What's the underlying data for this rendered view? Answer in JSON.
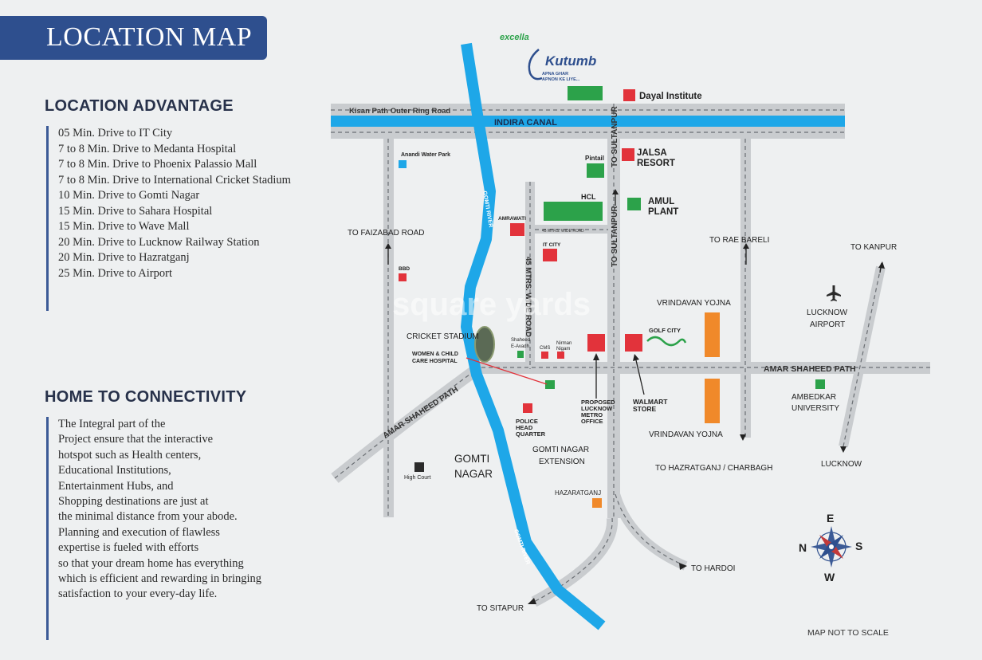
{
  "header": {
    "title": "LOCATION MAP"
  },
  "advantage": {
    "heading": "LOCATION ADVANTAGE",
    "items": [
      "05 Min. Drive to IT City",
      "7 to 8 Min. Drive to Medanta Hospital",
      "7 to 8 Min. Drive to Phoenix Palassio Mall",
      "7 to 8 Min. Drive to International Cricket Stadium",
      "10 Min. Drive to Gomti Nagar",
      "15 Min. Drive to Sahara Hospital",
      "15 Min. Drive to Wave Mall",
      "20 Min. Drive to Lucknow Railway Station",
      "20 Min. Drive to Hazratganj",
      "25 Min. Drive to Airport"
    ]
  },
  "connectivity": {
    "heading": "HOME TO CONNECTIVITY",
    "lines": [
      "The Integral part of the",
      "Project ensure that the interactive",
      "hotspot such as Health centers,",
      "Educational Institutions,",
      "Entertainment Hubs, and",
      "Shopping destinations are just at",
      "the minimal distance from your abode.",
      "Planning and execution of flawless",
      "expertise is fueled with efforts",
      "so that your dream home has everything",
      "which is efficient and rewarding in bringing",
      "satisfaction to your every-day life."
    ]
  },
  "logo": {
    "brand": "excella",
    "name": "Kutumb",
    "tagline1": "APNA GHAR",
    "tagline2": "APNON KE LIYE..."
  },
  "map": {
    "roads": {
      "ring_road": "Kisan Path Outer Ring Road",
      "canal": "INDIRA CANAL",
      "to_sultanpur": "TO SULTANPUR",
      "wide_road_45_vertical": "45 MTRS. WIDE ROAD",
      "wide_road_45_small": "45 MTRS. WIDE ROAD",
      "amar_shaheed_right": "AMAR SHAHEED PATH",
      "amar_shaheed_left": "AMAR SHAHEED PATH",
      "river": "GOMTI RIVER"
    },
    "places": {
      "dayal": "Dayal Institute",
      "jalsa1": "JALSA",
      "jalsa2": "RESORT",
      "pintail": "Pintail",
      "hcl": "HCL",
      "amul1": "AMUL",
      "amul2": "PLANT",
      "anandi": "Anandi Water Park",
      "amrawati": "AMRAWATI",
      "it_city": "IT CITY",
      "bbd": "BBD",
      "cricket": "CRICKET STADIUM",
      "women1": "WOMEN & CHILD",
      "women2": "CARE HOSPITAL",
      "shaheed1": "Shaheed",
      "shaheed2": "E-Avadh",
      "cms": "CMS",
      "nirman1": "Nirman",
      "nirman2": "Nigam",
      "golf": "GOLF CITY",
      "vrindavan_top": "VRINDAVAN YOJNA",
      "vrindavan_bottom": "VRINDAVAN YOJNA",
      "metro1": "PROPOSED",
      "metro2": "LUCKNOW",
      "metro3": "METRO",
      "metro4": "OFFICE",
      "walmart1": "WALMART",
      "walmart2": "STORE",
      "police1": "POLICE",
      "police2": "HEAD",
      "police3": "QUARTER",
      "gne1": "GOMTI NAGAR",
      "gne2": "EXTENSION",
      "gomti1": "GOMTI",
      "gomti2": "NAGAR",
      "high_court": "High Court",
      "hazratganj": "HAZARATGANJ",
      "airport1": "LUCKNOW",
      "airport2": "AIRPORT",
      "ambedkar1": "AMBEDKAR",
      "ambedkar2": "UNIVERSITY"
    },
    "directions": {
      "faizabad": "TO FAIZABAD ROAD",
      "rae_bareli": "TO RAE BARELI",
      "kanpur": "TO KANPUR",
      "hazratganj_charbagh": "TO HAZRATGANJ / CHARBAGH",
      "lucknow": "LUCKNOW",
      "hardoi": "TO HARDOI",
      "sitapur": "TO SITAPUR"
    },
    "compass": {
      "north": "N",
      "east": "E",
      "south": "S",
      "west": "W"
    },
    "note": "MAP NOT TO SCALE",
    "watermark": "square yards"
  },
  "colors": {
    "banner": "#2e4f8e",
    "road": "#c9cccf",
    "river": "#1ea7e8",
    "green": "#2ca24a",
    "red": "#e2333b",
    "orange": "#f0892a",
    "text_dark": "#27314a"
  }
}
